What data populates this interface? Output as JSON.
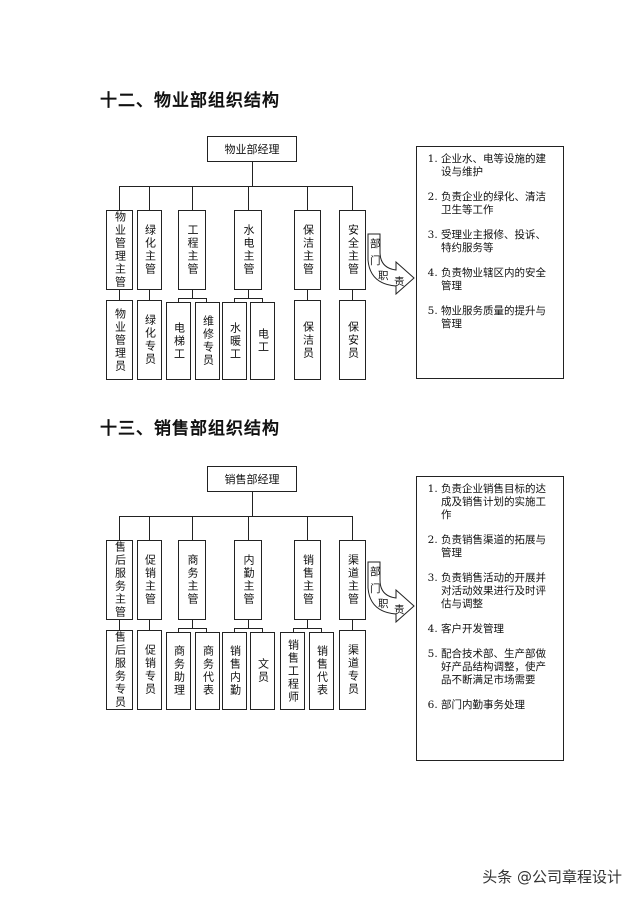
{
  "sections": [
    {
      "title": "十二、物业部组织结构",
      "manager": "物业部经理",
      "heads": [
        "物业管理主管",
        "绿化主管",
        "工程主管",
        "水电主管",
        "保洁主管",
        "安全主管"
      ],
      "staff": [
        "物业管理员",
        "绿化专员",
        "电梯工",
        "维修专员",
        "水暖工",
        "电工",
        "保洁员",
        "保安员"
      ],
      "arrow_label": [
        "部",
        "门",
        "职",
        "责"
      ],
      "duties": [
        "企业水、电等设施的建设与维护",
        "负责企业的绿化、清洁卫生等工作",
        "受理业主报修、投诉、特约服务等",
        "负责物业辖区内的安全管理",
        "物业服务质量的提升与管理"
      ]
    },
    {
      "title": "十三、销售部组织结构",
      "manager": "销售部经理",
      "heads": [
        "售后服务主管",
        "促销主管",
        "商务主管",
        "内勤主管",
        "销售主管",
        "渠道主管"
      ],
      "staff": [
        "售后服务专员",
        "促销专员",
        "商务助理",
        "商务代表",
        "销售内勤",
        "文员",
        "销售工程师",
        "销售代表",
        "渠道专员"
      ],
      "arrow_label": [
        "部",
        "门",
        "职",
        "责"
      ],
      "duties": [
        "负责企业销售目标的达成及销售计划的实施工作",
        "负责销售渠道的拓展与管理",
        "负责销售活动的开展并对活动效果进行及时评估与调整",
        "客户开发管理",
        "配合技术部、生产部做好产品结构调整，使产品不断满足市场需要",
        "部门内勤事务处理"
      ]
    }
  ],
  "watermark": "头条 @公司章程设计"
}
